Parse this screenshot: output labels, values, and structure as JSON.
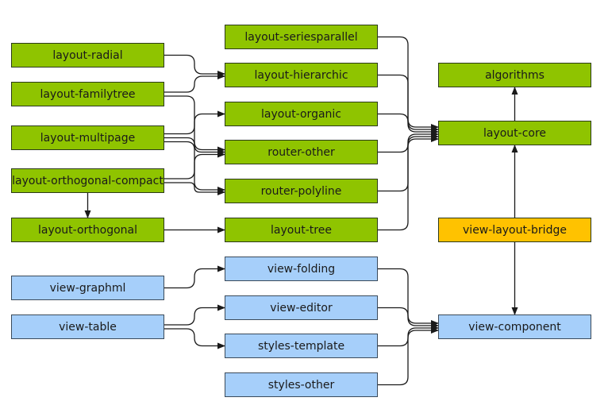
{
  "colors": {
    "layout": "#8fc400",
    "view": "#a6cffa",
    "bridge": "#ffc200",
    "border": "#2b3a1a",
    "edge": "#1a1a1a"
  },
  "nodes": [
    {
      "id": "layout-seriesparallel",
      "label": "layout-seriesparallel",
      "group": "layout"
    },
    {
      "id": "layout-radial",
      "label": "layout-radial",
      "group": "layout"
    },
    {
      "id": "layout-hierarchic",
      "label": "layout-hierarchic",
      "group": "layout"
    },
    {
      "id": "layout-familytree",
      "label": "layout-familytree",
      "group": "layout"
    },
    {
      "id": "layout-organic",
      "label": "layout-organic",
      "group": "layout"
    },
    {
      "id": "layout-multipage",
      "label": "layout-multipage",
      "group": "layout"
    },
    {
      "id": "router-other",
      "label": "router-other",
      "group": "layout"
    },
    {
      "id": "layout-orthogonal-compact",
      "label": "layout-orthogonal-compact",
      "group": "layout"
    },
    {
      "id": "router-polyline",
      "label": "router-polyline",
      "group": "layout"
    },
    {
      "id": "layout-orthogonal",
      "label": "layout-orthogonal",
      "group": "layout"
    },
    {
      "id": "layout-tree",
      "label": "layout-tree",
      "group": "layout"
    },
    {
      "id": "algorithms",
      "label": "algorithms",
      "group": "layout"
    },
    {
      "id": "layout-core",
      "label": "layout-core",
      "group": "layout"
    },
    {
      "id": "view-layout-bridge",
      "label": "view-layout-bridge",
      "group": "bridge"
    },
    {
      "id": "view-folding",
      "label": "view-folding",
      "group": "view"
    },
    {
      "id": "view-graphml",
      "label": "view-graphml",
      "group": "view"
    },
    {
      "id": "view-editor",
      "label": "view-editor",
      "group": "view"
    },
    {
      "id": "view-table",
      "label": "view-table",
      "group": "view"
    },
    {
      "id": "styles-template",
      "label": "styles-template",
      "group": "view"
    },
    {
      "id": "view-component",
      "label": "view-component",
      "group": "view"
    },
    {
      "id": "styles-other",
      "label": "styles-other",
      "group": "view"
    }
  ],
  "edges": [
    {
      "from": "layout-radial",
      "to": "layout-hierarchic"
    },
    {
      "from": "layout-familytree",
      "to": "layout-hierarchic"
    },
    {
      "from": "layout-familytree",
      "to": "router-other"
    },
    {
      "from": "layout-multipage",
      "to": "layout-organic"
    },
    {
      "from": "layout-multipage",
      "to": "router-other"
    },
    {
      "from": "layout-multipage",
      "to": "router-polyline"
    },
    {
      "from": "layout-orthogonal-compact",
      "to": "router-other"
    },
    {
      "from": "layout-orthogonal-compact",
      "to": "router-polyline"
    },
    {
      "from": "layout-orthogonal-compact",
      "to": "layout-orthogonal"
    },
    {
      "from": "layout-orthogonal",
      "to": "layout-tree"
    },
    {
      "from": "layout-seriesparallel",
      "to": "layout-core"
    },
    {
      "from": "layout-hierarchic",
      "to": "layout-core"
    },
    {
      "from": "layout-organic",
      "to": "layout-core"
    },
    {
      "from": "router-other",
      "to": "layout-core"
    },
    {
      "from": "router-polyline",
      "to": "layout-core"
    },
    {
      "from": "layout-tree",
      "to": "layout-core"
    },
    {
      "from": "layout-core",
      "to": "algorithms"
    },
    {
      "from": "view-layout-bridge",
      "to": "layout-core"
    },
    {
      "from": "view-layout-bridge",
      "to": "view-component"
    },
    {
      "from": "view-graphml",
      "to": "view-folding"
    },
    {
      "from": "view-table",
      "to": "view-editor"
    },
    {
      "from": "view-table",
      "to": "styles-template"
    },
    {
      "from": "view-folding",
      "to": "view-component"
    },
    {
      "from": "view-editor",
      "to": "view-component"
    },
    {
      "from": "styles-template",
      "to": "view-component"
    },
    {
      "from": "styles-other",
      "to": "view-component"
    }
  ]
}
